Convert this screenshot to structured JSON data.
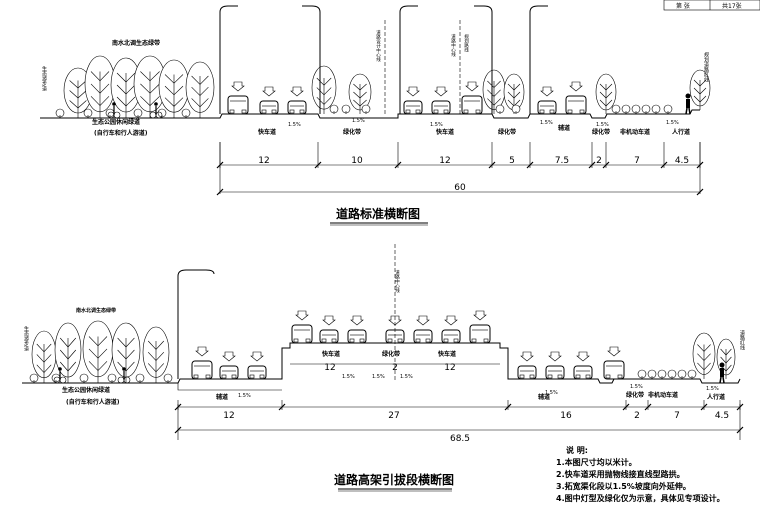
{
  "title_block": {
    "cell_left": "第 张",
    "cell_right": "共17张"
  },
  "section1": {
    "title": "道路标准横断图",
    "labels": {
      "greenbelt_top": "南水北调生态绿带",
      "park_path": "生态公园休闲绿道",
      "park_path_sub": "(自行车和行人游道)",
      "left_vertical": "生态游步道",
      "right_vertical": "规划道路红线",
      "center_line1": "道路设计中心线",
      "center_line2": "道路中心线",
      "center_line3": "规划路线",
      "fast_lane_left": "快车道",
      "green_mid": "绿化带",
      "fast_lane_right": "快车道",
      "green_right": "绿化带",
      "aux_lane": "辅道",
      "green_small": "绿化带",
      "nonmotor": "非机动车道",
      "sidewalk": "人行道"
    },
    "slopes": [
      "1.5%",
      "1.5%",
      "1.5%",
      "1.5%",
      "1.5%",
      "1.5%"
    ],
    "widths": [
      "12",
      "10",
      "12",
      "5",
      "7.5",
      "2",
      "7",
      "4.5"
    ],
    "total": "60"
  },
  "section2": {
    "title": "道路高架引拔段横断图",
    "labels": {
      "greenbelt_top": "南水北调生态绿带",
      "park_path": "生态公园休闲绿道",
      "park_path_sub": "(自行车和行人游道)",
      "left_vertical": "生态游步道",
      "center_line": "道路中心线",
      "right_vertical": "道路红线",
      "aux_left": "辅道",
      "fast_left": "快车道",
      "green_mid": "绿化带",
      "fast_right": "快车道",
      "aux_right": "辅道",
      "green_small": "绿化带",
      "nonmotor": "非机动车道",
      "sidewalk": "人行道"
    },
    "upper_widths": [
      "12",
      "2",
      "12"
    ],
    "slopes": [
      "1.5%",
      "1.5%",
      "1.5%",
      "1.5%",
      "1.5%",
      "1.5%",
      "1.5%"
    ],
    "widths": [
      "12",
      "27",
      "16",
      "2",
      "7",
      "4.5"
    ],
    "total": "68.5"
  },
  "notes": {
    "heading": "说 明:",
    "items": [
      "1.本图尺寸均以米计。",
      "2.快车道采用抛物线接直线型路拱。",
      "3.拓宽渠化段以1.5%坡度向外延伸。",
      "4.图中灯型及绿化仅为示意，具体见专项设计。"
    ]
  }
}
